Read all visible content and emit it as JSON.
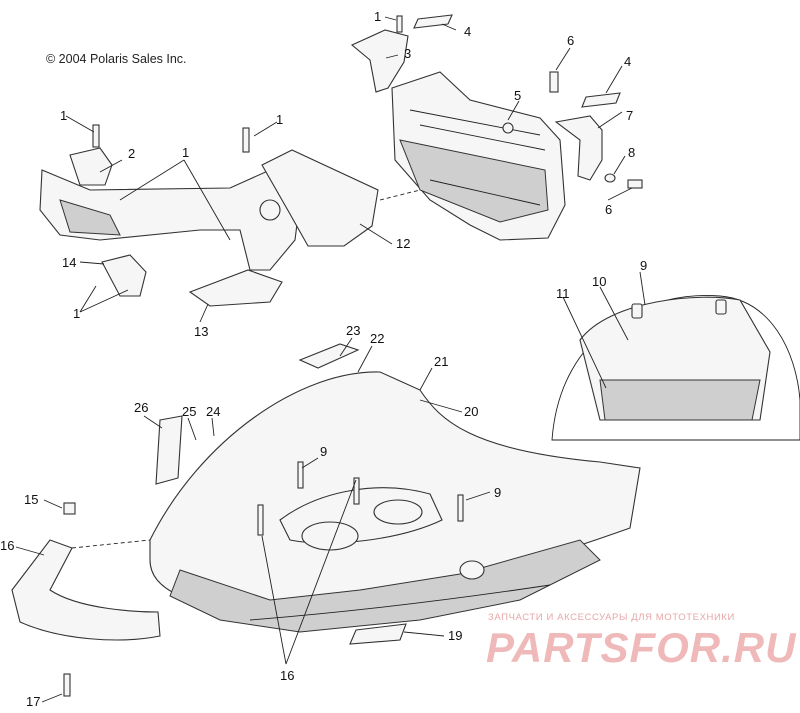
{
  "copyright": "© 2004 Polaris Sales Inc.",
  "watermark": {
    "tagline": "ЗАПЧАСТИ И АКСЕССУАРЫ ДЛЯ МОТОТЕХНИКИ",
    "logo": "PARTSFOR.RU",
    "color": "#f0b9b9"
  },
  "callouts": [
    "1",
    "1",
    "1",
    "1",
    "1",
    "2",
    "3",
    "4",
    "4",
    "5",
    "6",
    "6",
    "7",
    "8",
    "9",
    "9",
    "9",
    "10",
    "11",
    "12",
    "13",
    "14",
    "15",
    "16",
    "16",
    "17",
    "19",
    "20",
    "21",
    "22",
    "23",
    "24",
    "25",
    "26"
  ]
}
